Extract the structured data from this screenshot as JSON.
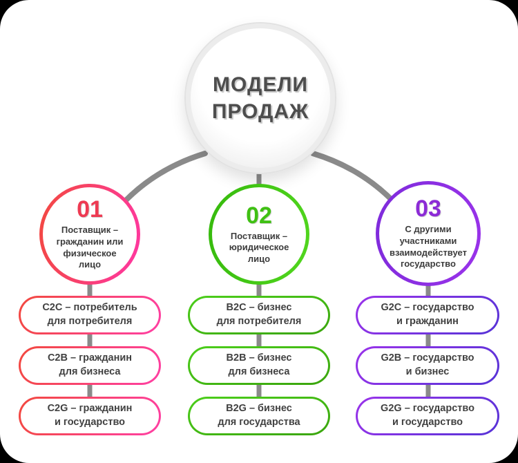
{
  "page": {
    "background": "#000000",
    "card_background": "#ffffff",
    "connector_color": "#8a8a8a"
  },
  "center": {
    "title": "МОДЕЛИ\nПРОДАЖ",
    "text_color": "#4d4d4d"
  },
  "branches": [
    {
      "number": "01",
      "number_color": "#ee3a52",
      "accent_start": "#f2493e",
      "accent_end": "#ff37a3",
      "label": "Поставщик –\nгражданин или\nфизическое\nлицо",
      "items": [
        "C2C – потребитель\nдля потребителя",
        "C2B – гражданин\nдля бизнеса",
        "C2G – гражданин\nи государство"
      ]
    },
    {
      "number": "02",
      "number_color": "#3fc013",
      "accent_start": "#35b90c",
      "accent_end": "#52d71f",
      "label": "Поставщик –\nюридическое\nлицо",
      "items": [
        "B2C – бизнес\nдля потребителя",
        "B2B – бизнес\nдля бизнеса",
        "B2G – бизнес\nдля государства"
      ]
    },
    {
      "number": "03",
      "number_color": "#8c2bd6",
      "accent_start": "#9a33ea",
      "accent_end": "#6430dd",
      "label": "С другими\nучастниками\nвзаимодействует\nгосударство",
      "items": [
        "G2C – государство\nи гражданин",
        "G2B – государство\nи бизнес",
        "G2G – государство\nи государство"
      ]
    }
  ]
}
